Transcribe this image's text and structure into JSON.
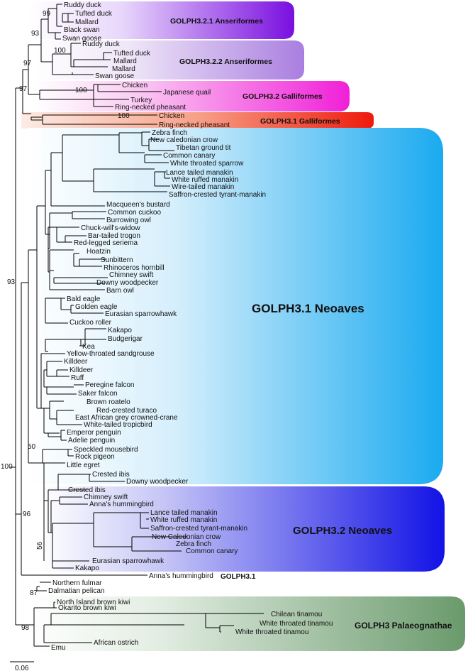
{
  "clades": {
    "c1": "GOLPH3.2.1 Anseriformes",
    "c2": "GOLPH3.2.2 Anseriformes",
    "c3": "GOLPH3.2 Galliformes",
    "c4": "GOLPH3.1 Galliformes",
    "c5": "GOLPH3.1 Neoaves",
    "c6": "GOLPH3.2 Neoaves",
    "c7": "GOLPH3.1",
    "c8": "GOLPH3 Palaeognathae"
  },
  "colors": {
    "anser1": "#7a0fe0",
    "anser2": "#a97ee0",
    "galli2": "#f020d8",
    "galli1": "#ee2010",
    "neoaves1": "#1aaaf0",
    "neoaves2": "#1616e8",
    "palaeo": "#6a9a6c"
  },
  "bootstrap": {
    "b99": "99",
    "b93a": "93",
    "b100a": "100",
    "b97a": "97",
    "b97b": "97",
    "b100b": "100",
    "b100c": "100",
    "b93b": "93",
    "b50": "50",
    "b100d": "100",
    "b96": "96",
    "b56": "56",
    "b87": "87",
    "b98": "98"
  },
  "scale_label": "0.06",
  "leaves": [
    "Ruddy duck",
    "Tufted duck",
    "Mallard",
    "Black swan",
    "Swan goose",
    "Ruddy duck",
    "Tufted duck",
    "Mallard",
    "Mallard",
    "Swan goose",
    "Chicken",
    "Japanese quail",
    "Turkey",
    "Ring-necked pheasant",
    "Chicken",
    "Ring-necked pheasant",
    "Zebra finch",
    "New caledonian crow",
    "Tibetan ground tit",
    "Common canary",
    "White throated sparrow",
    "Lance tailed manakin",
    "White ruffed manakin",
    "Wire-tailed manakin",
    "Saffron-crested tyrant-manakin",
    "Macqueen's bustard",
    "Common cuckoo",
    "Burrowing owl",
    "Chuck-will's-widow",
    "Bar-tailed trogon",
    "Red-legged seriema",
    "Hoatzin",
    "Sunbittern",
    "Rhinoceros hornbill",
    "Chimney swift",
    "Downy woodpecker",
    "Barn owl",
    "Bald eagle",
    "Golden eagle",
    "Eurasian sparrowhawk",
    "Cuckoo roller",
    "Kakapo",
    "Budgerigar",
    "Kea",
    "Yellow-throated sandgrouse",
    "Killdeer",
    "Killdeer",
    "Ruff",
    "Peregine falcon",
    "Saker falcon",
    "Brown roatelo",
    "Red-crested turaco",
    "East African grey crowned-crane",
    "White-tailed tropicbird",
    "Emperor penguin",
    "Adelie penguin",
    "Speckled mousebird",
    "Rock pigeon",
    "Little egret",
    "Crested ibis",
    "Downy woodpecker",
    "Crested ibis",
    "Chimney swift",
    "Anna's hummingbird",
    "Lance tailed manakin",
    "White ruffed manakin",
    "Saffron-crested tyrant-manakin",
    "New Caledonian crow",
    "Zebra finch",
    "Common canary",
    "Eurasian sparrowhawk",
    "Kakapo",
    "Anna's hummingbird",
    "Northern fulmar",
    "Dalmatian pelican",
    "North Island brown kiwi",
    "Okarito brown kiwi",
    "Chilean tinamou",
    "White throated tinamou",
    "White throated tinamou",
    "African ostrich",
    "Emu"
  ]
}
